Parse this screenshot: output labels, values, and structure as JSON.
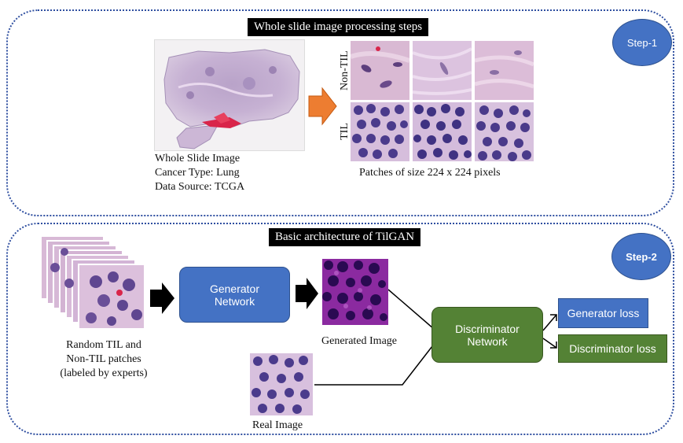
{
  "step1": {
    "title": "Whole slide image processing steps",
    "badge": "Step-1",
    "wsi_caption": [
      "Whole Slide Image",
      "Cancer Type: Lung",
      "Data Source: TCGA"
    ],
    "row_labels": {
      "non_til": "Non-TIL",
      "til": "TIL"
    },
    "patches_caption": "Patches of size 224 x 224 pixels"
  },
  "step2": {
    "title": "Basic architecture of TilGAN",
    "badge": "Step-2",
    "input_caption": [
      "Random TIL and",
      "Non-TIL patches",
      "(labeled by experts)"
    ],
    "generator": [
      "Generator",
      "Network"
    ],
    "generated_caption": "Generated Image",
    "discriminator": [
      "Discriminator",
      "Network"
    ],
    "generator_loss": "Generator loss",
    "discriminator_loss": "Discriminator loss",
    "real_caption": "Real Image"
  },
  "colors": {
    "panel_border": "#2f4fa0",
    "blue_box": "#4472c4",
    "green_box": "#548235",
    "orange_arrow": "#ed7d31"
  }
}
